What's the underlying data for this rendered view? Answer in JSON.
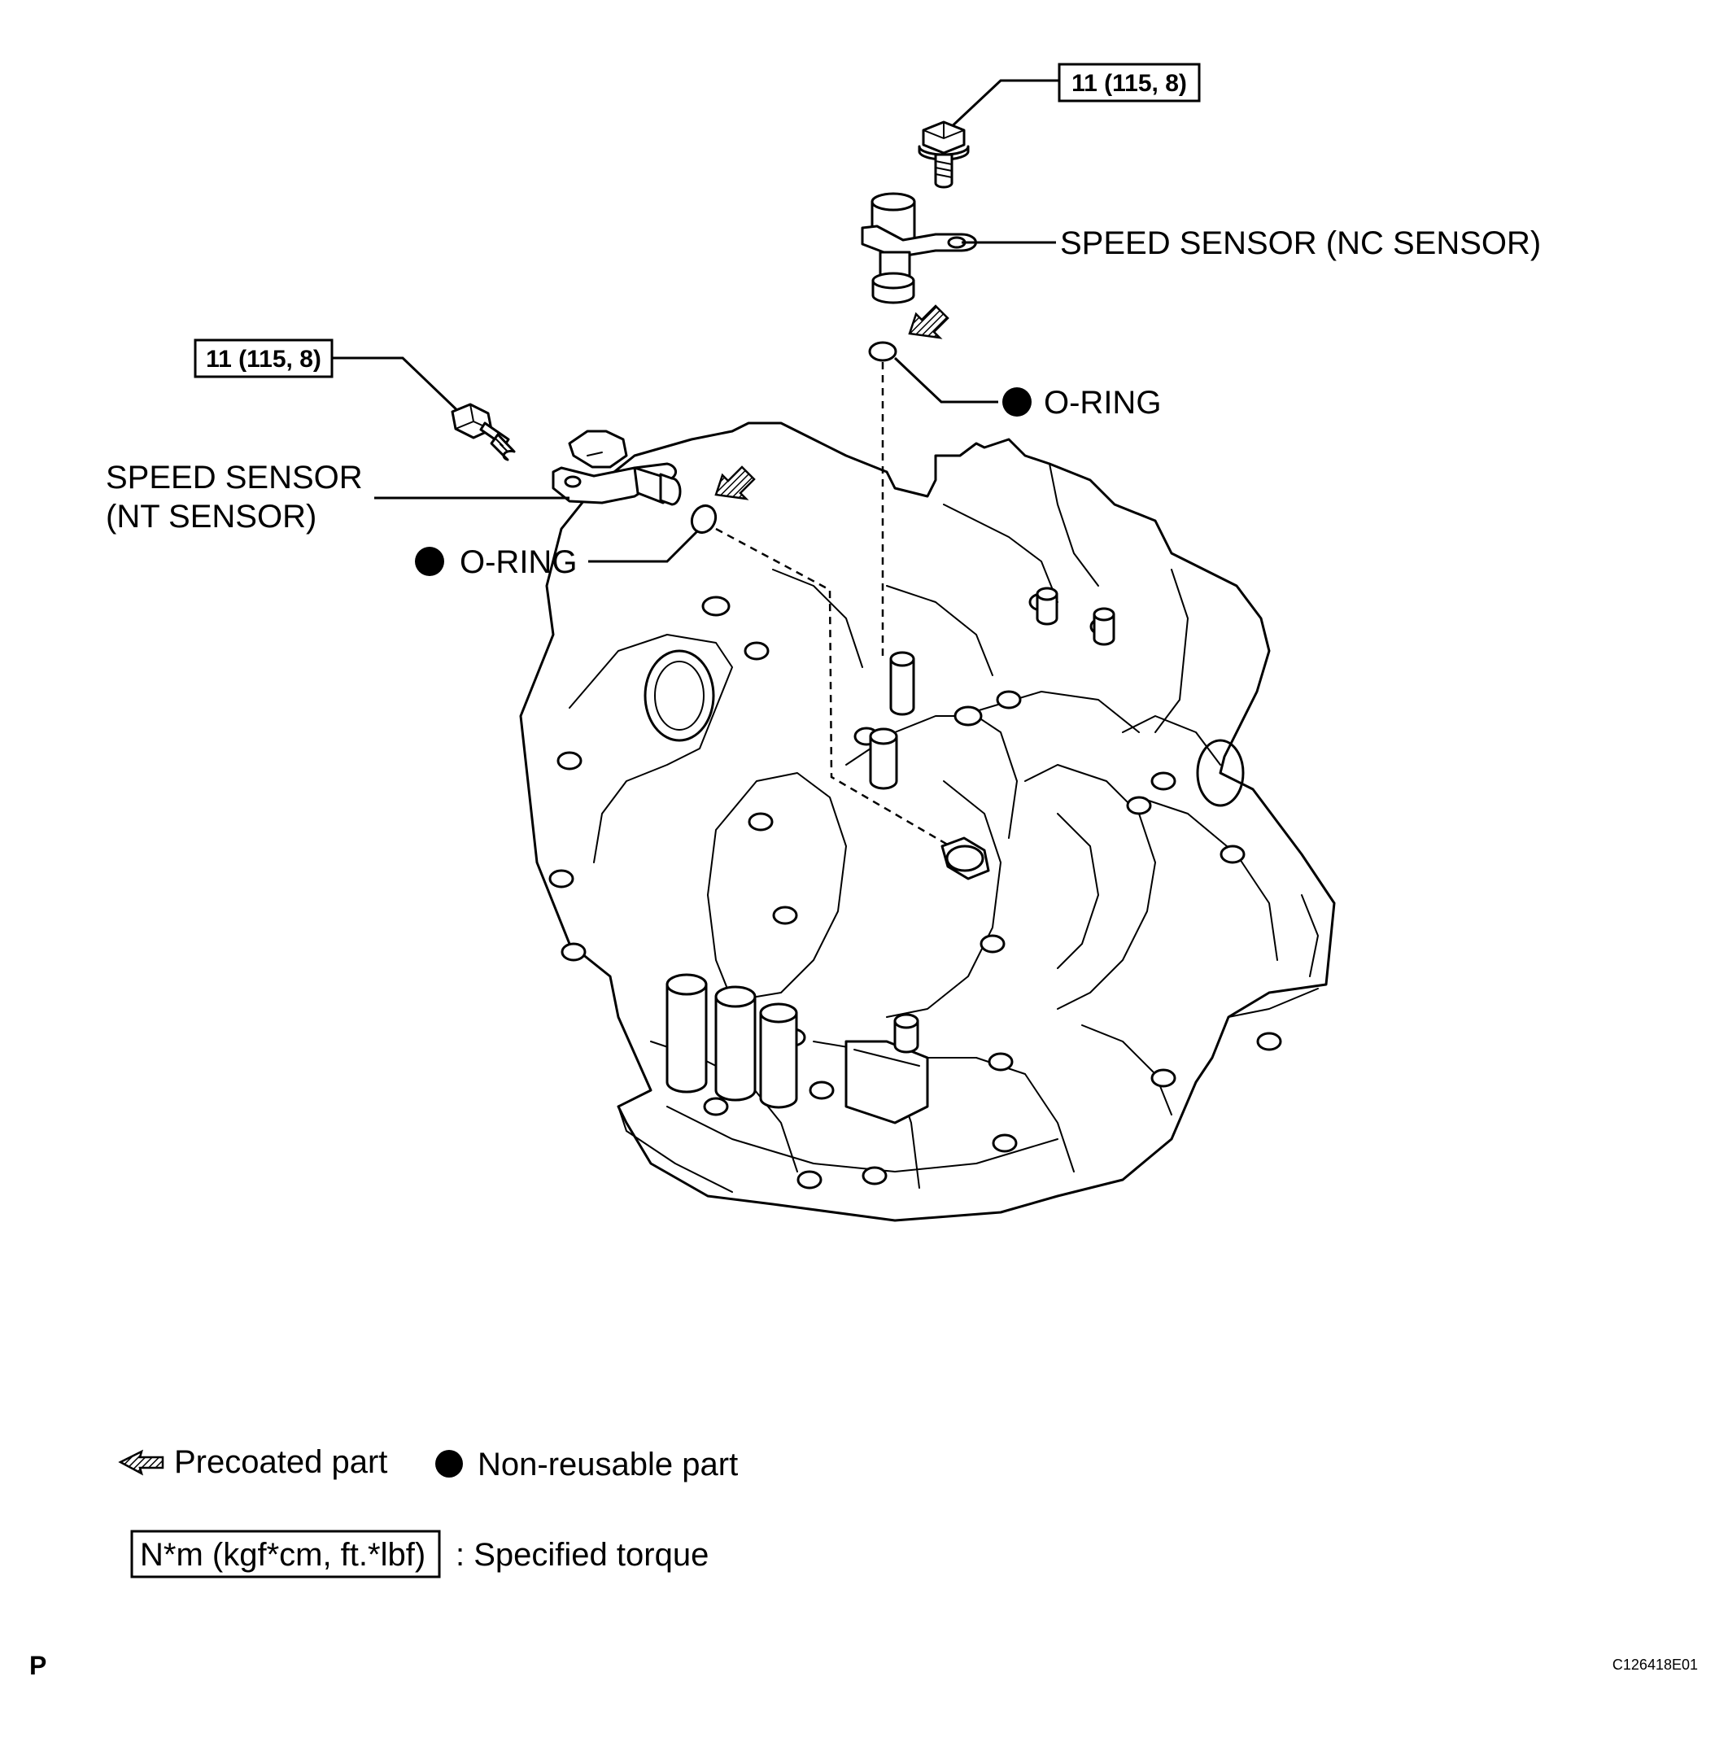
{
  "labels": {
    "nc_torque": "11 (115, 8)",
    "nt_torque": "11 (115, 8)",
    "nc_sensor": "SPEED SENSOR (NC SENSOR)",
    "nt_sensor_line1": "SPEED SENSOR",
    "nt_sensor_line2": "(NT SENSOR)",
    "oring_upper": "O-RING",
    "oring_lower": "O-RING"
  },
  "legend": {
    "precoated": "Precoated part",
    "non_reusable": "Non-reusable part",
    "torque_box": "N*m (kgf*cm, ft.*lbf)",
    "torque_desc": ": Specified torque"
  },
  "footer": {
    "section_letter": "P",
    "figure_code": "C126418E01"
  },
  "icons": {
    "precoat_arrow": "hatched-arrow-icon",
    "non_reusable": "filled-circle-icon"
  }
}
